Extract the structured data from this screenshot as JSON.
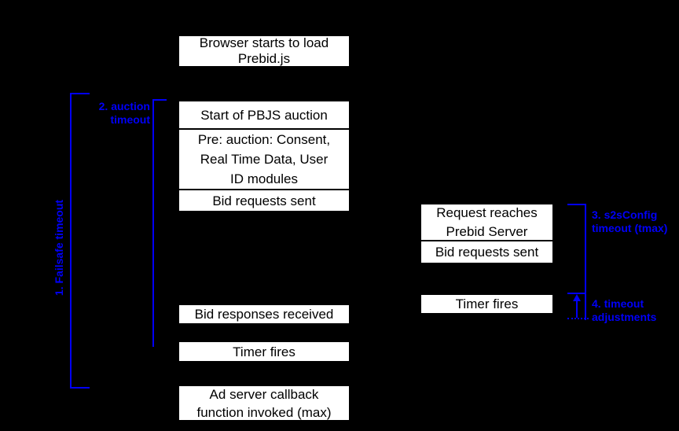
{
  "diagram": {
    "colors": {
      "background": "#000000",
      "box_fill": "#ffffff",
      "box_border": "#000000",
      "box_text": "#000000",
      "accent_blue": "#0100f8"
    },
    "boxes": {
      "browser_load": {
        "lines": [
          "Browser starts to load",
          "Prebid.js"
        ]
      },
      "start_auction": {
        "lines": [
          "Start of PBJS auction"
        ]
      },
      "pre_auction": {
        "lines": [
          "Pre: auction: Consent,",
          "Real Time Data, User",
          "ID modules"
        ]
      },
      "bid_requests_sent": {
        "lines": [
          "Bid requests sent"
        ]
      },
      "bid_responses_received": {
        "lines": [
          "Bid responses received"
        ]
      },
      "timer_fires": {
        "lines": [
          "Timer fires"
        ]
      },
      "ad_server_callback": {
        "lines": [
          "Ad server callback",
          "function invoked (max)"
        ]
      },
      "request_reaches_prebid_server": {
        "lines": [
          "Request reaches",
          "Prebid Server"
        ]
      },
      "server_bid_requests_sent": {
        "lines": [
          "Bid requests sent"
        ]
      },
      "server_timer_fires": {
        "lines": [
          "Timer fires"
        ]
      }
    },
    "labels": {
      "failsafe_timeout": "1. Failsafe timeout",
      "auction_timeout": {
        "lines": [
          "2. auction",
          "timeout"
        ]
      },
      "s2s_timeout": {
        "lines": [
          "3. s2sConfig",
          "timeout (tmax)"
        ]
      },
      "timeout_adjustments": {
        "lines": [
          "4. timeout",
          "adjustments"
        ]
      }
    }
  }
}
